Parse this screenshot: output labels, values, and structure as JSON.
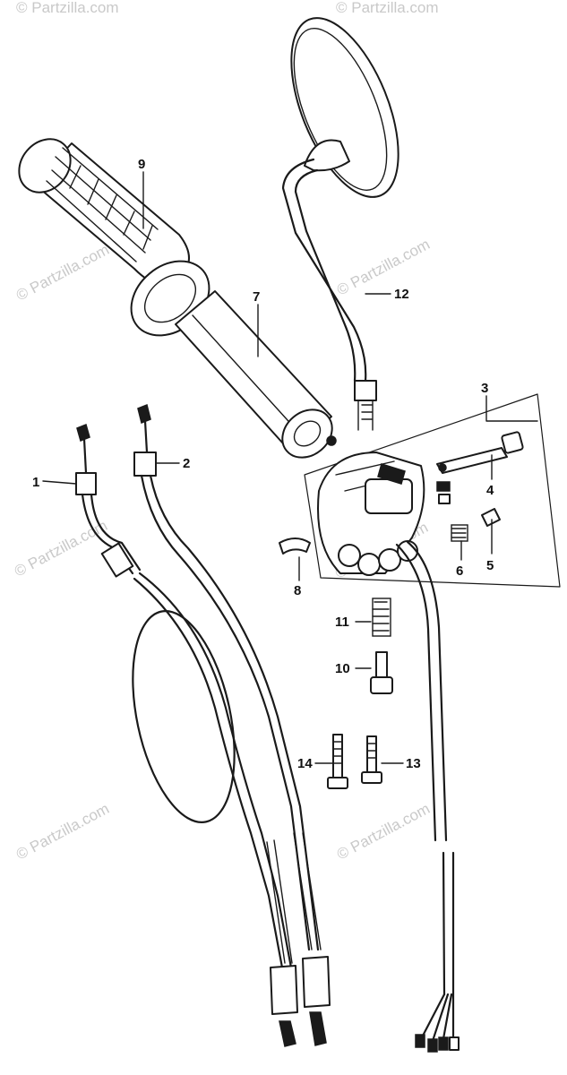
{
  "watermark": {
    "text": "© Partzilla.com",
    "color": "#c9c9c9"
  },
  "callouts": [
    {
      "id": "1",
      "label": "1"
    },
    {
      "id": "2",
      "label": "2"
    },
    {
      "id": "3",
      "label": "3"
    },
    {
      "id": "4",
      "label": "4"
    },
    {
      "id": "5",
      "label": "5"
    },
    {
      "id": "6",
      "label": "6"
    },
    {
      "id": "7",
      "label": "7"
    },
    {
      "id": "8",
      "label": "8"
    },
    {
      "id": "9",
      "label": "9"
    },
    {
      "id": "10",
      "label": "10"
    },
    {
      "id": "11",
      "label": "11"
    },
    {
      "id": "12",
      "label": "12"
    },
    {
      "id": "13",
      "label": "13"
    },
    {
      "id": "14",
      "label": "14"
    }
  ],
  "parts": {
    "mirror": "mirror-icon",
    "handlebar_grip": "handlebar-grip-icon",
    "throttle_pipe": "throttle-pipe-icon",
    "switch_housing": "switch-housing-icon",
    "throttle_cables": "cable-icon",
    "wire_harness": "wire-harness-icon"
  }
}
